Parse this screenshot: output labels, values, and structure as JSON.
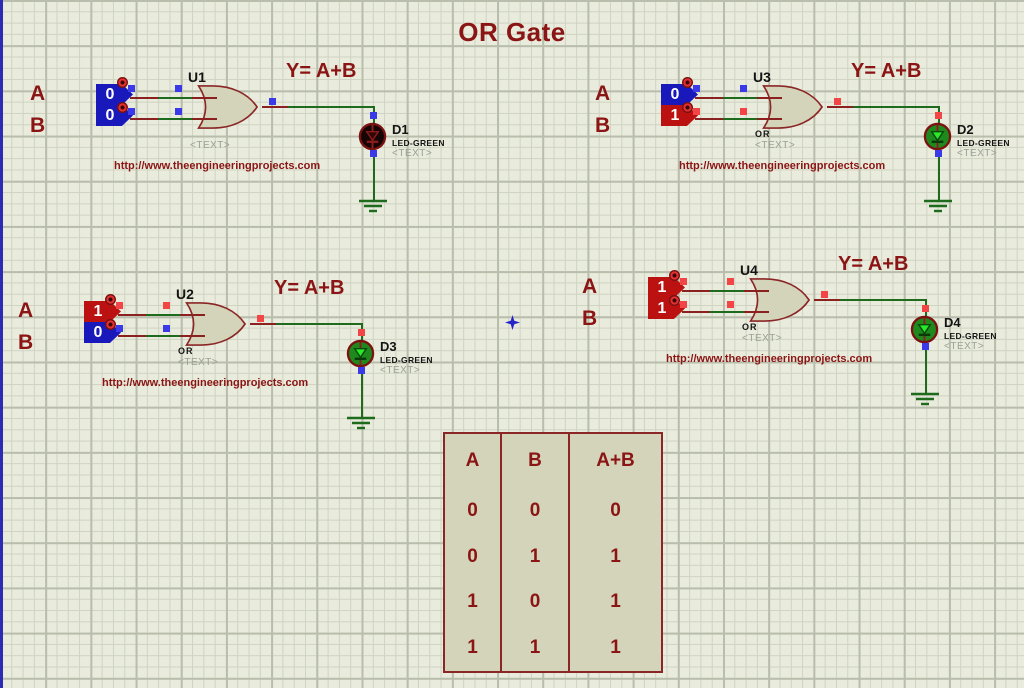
{
  "title": "OR Gate",
  "colors": {
    "bg": "#e9ebdc",
    "grid_minor": "#cfd3c2",
    "grid_major": "#b9bdab",
    "dark_red": "#8b1414",
    "gate_fill": "#d3d4b9",
    "gate_stroke": "#8b2626",
    "blue_state": "#1818bb",
    "red_state": "#bb1111",
    "wire_green": "#1e6b1e",
    "wire_red": "#8b2020",
    "marker_blue": "#3a3ae8",
    "marker_red": "#f34545",
    "led_off": "#160505",
    "led_on": "#1e8a1e",
    "led_on_tri": "#2ae82a",
    "led_ring": "#7a1212",
    "text_black": "#141414",
    "text_gray": "#9aa095",
    "sheet_blue": "#2b2bb4"
  },
  "circuits": [
    {
      "ref": "U1",
      "or_label": "",
      "gate_placeholder": "<TEXT>",
      "a_label": "A",
      "b_label": "B",
      "a_value": "0",
      "b_value": "0",
      "a_state": "low",
      "b_state": "low",
      "formula": "Y= A+B",
      "led_ref": "D1",
      "led_model": "LED-GREEN",
      "led_placeholder": "<TEXT>",
      "led_state": "off",
      "url": "http://www.theengineeringprojects.com",
      "markers": [
        "blue",
        "blue",
        "blue",
        "blue",
        "blue",
        "blue",
        "blue"
      ]
    },
    {
      "ref": "U2",
      "or_label": "OR",
      "gate_placeholder": "<TEXT>",
      "a_label": "A",
      "b_label": "B",
      "a_value": "1",
      "b_value": "0",
      "a_state": "high",
      "b_state": "low",
      "formula": "Y= A+B",
      "led_ref": "D3",
      "led_model": "LED-GREEN",
      "led_placeholder": "<TEXT>",
      "led_state": "on",
      "url": "http://www.theengineeringprojects.com",
      "markers": [
        "red",
        "red",
        "blue",
        "blue",
        "red",
        "red",
        "blue"
      ]
    },
    {
      "ref": "U3",
      "or_label": "OR",
      "gate_placeholder": "<TEXT>",
      "a_label": "A",
      "b_label": "B",
      "a_value": "0",
      "b_value": "1",
      "a_state": "low",
      "b_state": "high",
      "formula": "Y= A+B",
      "led_ref": "D2",
      "led_model": "LED-GREEN",
      "led_placeholder": "<TEXT>",
      "led_state": "on",
      "url": "http://www.theengineeringprojects.com",
      "markers": [
        "blue",
        "blue",
        "red",
        "red",
        "red",
        "red",
        "blue"
      ]
    },
    {
      "ref": "U4",
      "or_label": "OR",
      "gate_placeholder": "<TEXT>",
      "a_label": "A",
      "b_label": "B",
      "a_value": "1",
      "b_value": "1",
      "a_state": "high",
      "b_state": "high",
      "formula": "Y= A+B",
      "led_ref": "D4",
      "led_model": "LED-GREEN",
      "led_placeholder": "<TEXT>",
      "led_state": "on",
      "url": "http://www.theengineeringprojects.com",
      "markers": [
        "red",
        "red",
        "red",
        "red",
        "red",
        "red",
        "blue"
      ]
    }
  ],
  "truth_table": {
    "headers": [
      "A",
      "B",
      "A+B"
    ],
    "rows": [
      [
        "0",
        "0",
        "0"
      ],
      [
        "0",
        "1",
        "1"
      ],
      [
        "1",
        "0",
        "1"
      ],
      [
        "1",
        "1",
        "1"
      ]
    ]
  }
}
